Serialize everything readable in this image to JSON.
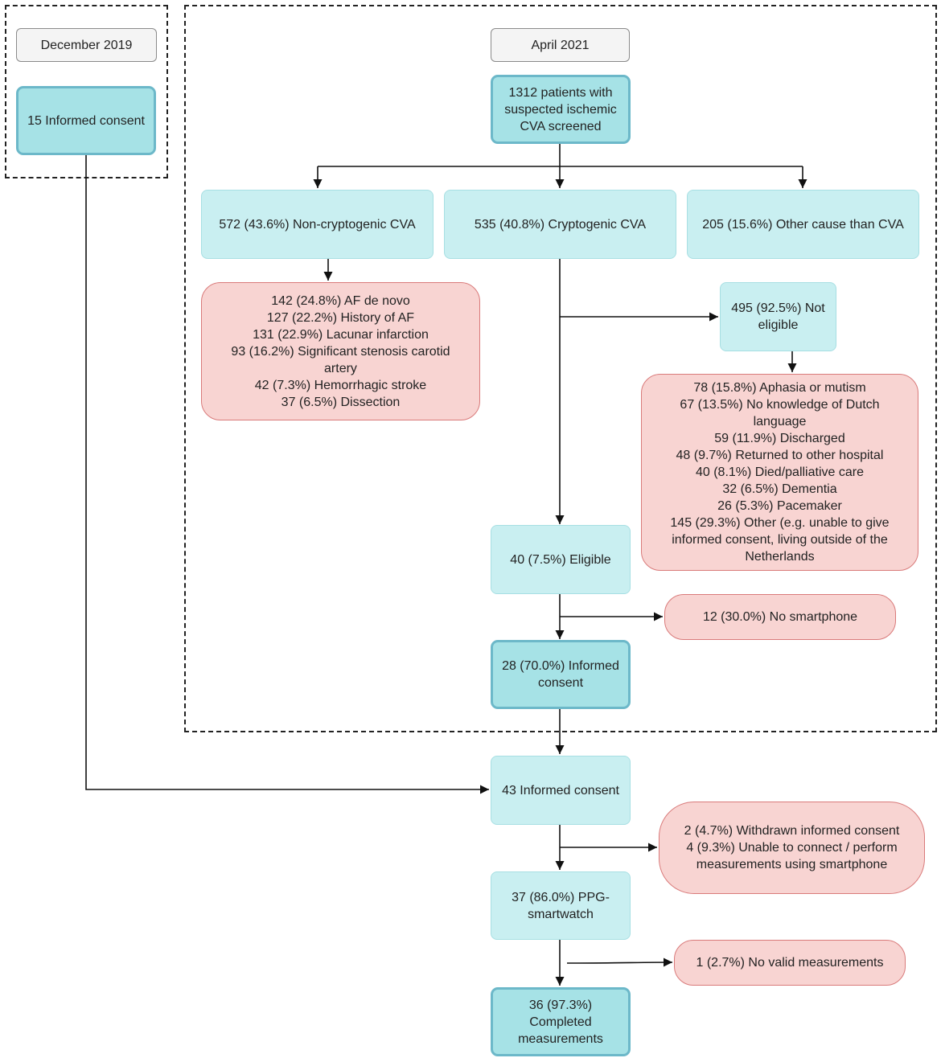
{
  "periods": {
    "left": "December 2019",
    "right": "April 2021"
  },
  "nodes": {
    "dec_consent": "15 Informed consent",
    "screened": [
      "1312 patients with",
      "suspected ischemic",
      "CVA screened"
    ],
    "non_cryptogenic": "572 (43.6%) Non-cryptogenic CVA",
    "cryptogenic": "535 (40.8%) Cryptogenic CVA",
    "other_cause": "205 (15.6%) Other cause than CVA",
    "non_crypto_reasons": [
      "142 (24.8%) AF de novo",
      "127 (22.2%) History of AF",
      "131 (22.9%) Lacunar infarction",
      "93 (16.2%) Significant stenosis carotid",
      "artery",
      "42 (7.3%) Hemorrhagic stroke",
      "37 (6.5%) Dissection"
    ],
    "not_eligible": [
      "495 (92.5%) Not",
      "eligible"
    ],
    "not_eligible_reasons": [
      "78 (15.8%) Aphasia or mutism",
      "67 (13.5%) No knowledge of Dutch",
      "language",
      "59 (11.9%) Discharged",
      "48 (9.7%) Returned to other hospital",
      "40 (8.1%) Died/palliative care",
      "32 (6.5%) Dementia",
      "26 (5.3%) Pacemaker",
      "145 (29.3%) Other (e.g. unable to give",
      "informed consent, living outside of the",
      "Netherlands"
    ],
    "eligible": "40 (7.5%) Eligible",
    "no_smartphone": "12 (30.0%) No smartphone",
    "apr_consent": [
      "28 (70.0%) Informed",
      "consent"
    ],
    "total_consent": "43 Informed consent",
    "withdrawn": [
      "2 (4.7%) Withdrawn informed consent",
      "4 (9.3%) Unable to connect / perform",
      "measurements using smartphone"
    ],
    "ppg": [
      "37 (86.0%) PPG-",
      "smartwatch"
    ],
    "no_valid": "1 (2.7%) No valid measurements",
    "completed": [
      "36 (97.3%)",
      "Completed",
      "measurements"
    ]
  },
  "colors": {
    "flow_box": "#c9eff1",
    "key_box": "#a6e2e6",
    "exclusion_box": "#f8d4d2",
    "exclusion_border": "#d97a7a",
    "date_box": "#f4f4f4"
  }
}
